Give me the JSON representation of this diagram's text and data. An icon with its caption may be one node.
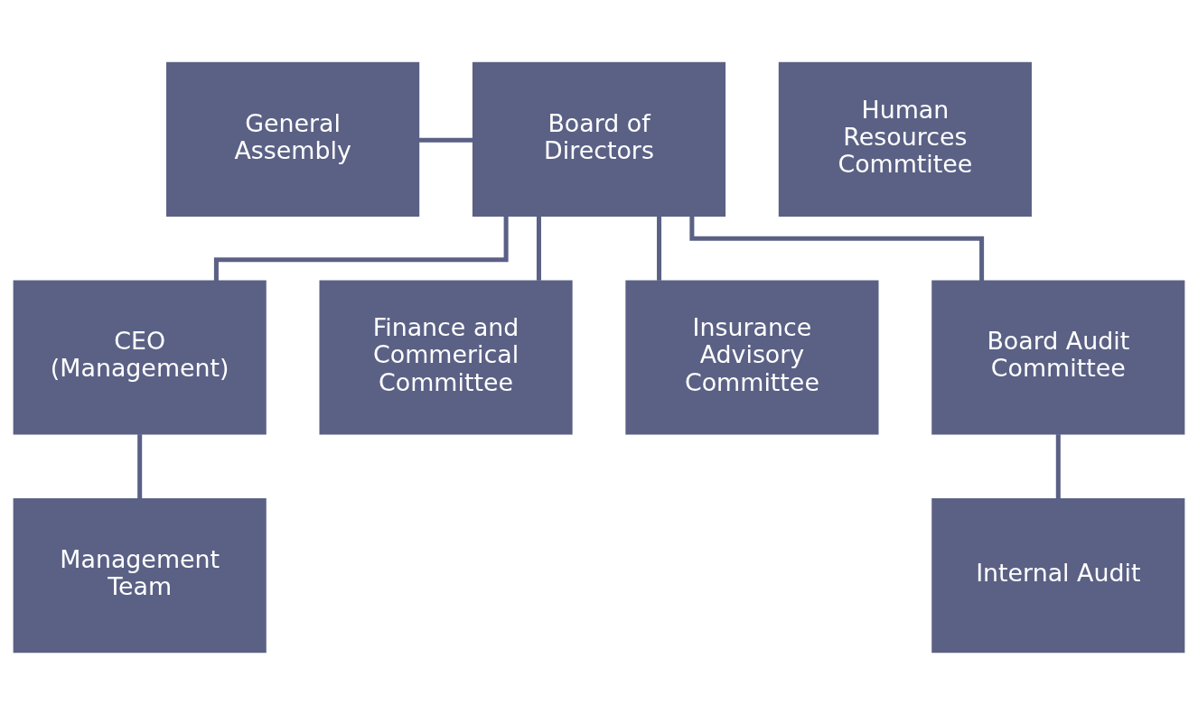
{
  "diagram": {
    "nodes": [
      {
        "text": [
          "General Assembly"
        ]
      },
      {
        "text": [
          "Board of Directors"
        ]
      },
      {
        "text": [
          "CEO (Management)"
        ]
      },
      {
        "text": [
          "Management Team"
        ]
      },
      {
        "text": [
          "Human Resources Commtitee"
        ]
      },
      {
        "text": [
          "Finance and Commerical Committee"
        ]
      },
      {
        "text": [
          "Insurance Advisory Committee"
        ]
      },
      {
        "text": [
          "Board Audit Committee"
        ]
      },
      {
        "text": [
          "Internal Audit"
        ]
      }
    ],
    "edges": [
      {
        "from": 0,
        "to": 1,
        "arrow": "none"
      },
      {
        "from": 1,
        "to": 2,
        "arrow": "none"
      },
      {
        "from": 2,
        "to": 3,
        "arrow": "none"
      },
      {
        "from": 1,
        "to": 5,
        "arrow": "none"
      },
      {
        "from": 1,
        "to": 6,
        "arrow": "none"
      },
      {
        "from": 1,
        "to": 7,
        "arrow": "none"
      },
      {
        "from": 7,
        "to": 8,
        "arrow": "none"
      }
    ]
  }
}
